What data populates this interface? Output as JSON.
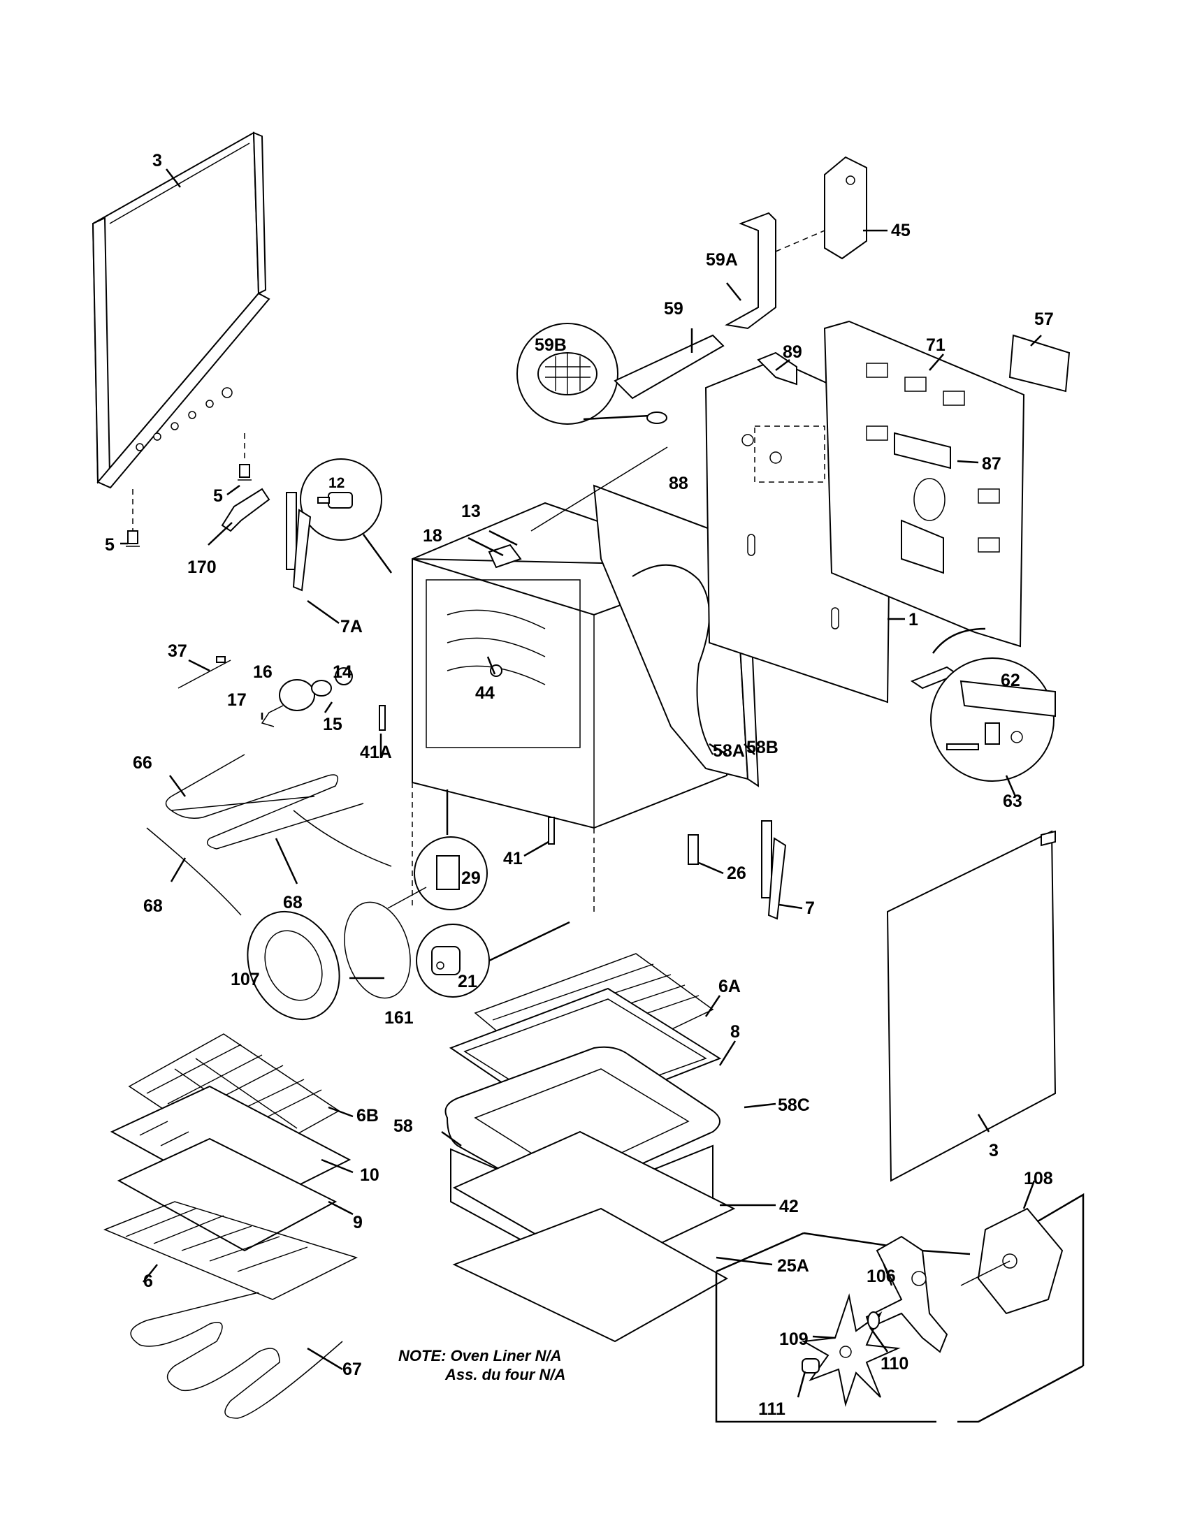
{
  "diagram": {
    "title": "Range body exploded parts view",
    "labels": [
      {
        "id": "3-left",
        "text": "3"
      },
      {
        "id": "5-upper",
        "text": "5"
      },
      {
        "id": "5-lower",
        "text": "5"
      },
      {
        "id": "170",
        "text": "170"
      },
      {
        "id": "12",
        "text": "12"
      },
      {
        "id": "7A",
        "text": "7A"
      },
      {
        "id": "37",
        "text": "37"
      },
      {
        "id": "16",
        "text": "16"
      },
      {
        "id": "14",
        "text": "14"
      },
      {
        "id": "17",
        "text": "17"
      },
      {
        "id": "15",
        "text": "15"
      },
      {
        "id": "41A",
        "text": "41A"
      },
      {
        "id": "66",
        "text": "66"
      },
      {
        "id": "68-left",
        "text": "68"
      },
      {
        "id": "68-right",
        "text": "68"
      },
      {
        "id": "13",
        "text": "13"
      },
      {
        "id": "18",
        "text": "18"
      },
      {
        "id": "44",
        "text": "44"
      },
      {
        "id": "88",
        "text": "88"
      },
      {
        "id": "59B",
        "text": "59B"
      },
      {
        "id": "59",
        "text": "59"
      },
      {
        "id": "59A",
        "text": "59A"
      },
      {
        "id": "45",
        "text": "45"
      },
      {
        "id": "89",
        "text": "89"
      },
      {
        "id": "71",
        "text": "71"
      },
      {
        "id": "57",
        "text": "57"
      },
      {
        "id": "87",
        "text": "87"
      },
      {
        "id": "1",
        "text": "1"
      },
      {
        "id": "62",
        "text": "62"
      },
      {
        "id": "63",
        "text": "63"
      },
      {
        "id": "58A",
        "text": "58A"
      },
      {
        "id": "58B",
        "text": "58B"
      },
      {
        "id": "29",
        "text": "29"
      },
      {
        "id": "41",
        "text": "41"
      },
      {
        "id": "26",
        "text": "26"
      },
      {
        "id": "7",
        "text": "7"
      },
      {
        "id": "21",
        "text": "21"
      },
      {
        "id": "107",
        "text": "107"
      },
      {
        "id": "161",
        "text": "161"
      },
      {
        "id": "6A",
        "text": "6A"
      },
      {
        "id": "8",
        "text": "8"
      },
      {
        "id": "58C",
        "text": "58C"
      },
      {
        "id": "58",
        "text": "58"
      },
      {
        "id": "6B",
        "text": "6B"
      },
      {
        "id": "10",
        "text": "10"
      },
      {
        "id": "9",
        "text": "9"
      },
      {
        "id": "6",
        "text": "6"
      },
      {
        "id": "67",
        "text": "67"
      },
      {
        "id": "42",
        "text": "42"
      },
      {
        "id": "25A",
        "text": "25A"
      },
      {
        "id": "3-right",
        "text": "3"
      },
      {
        "id": "108",
        "text": "108"
      },
      {
        "id": "106",
        "text": "106"
      },
      {
        "id": "109",
        "text": "109"
      },
      {
        "id": "110",
        "text": "110"
      },
      {
        "id": "111",
        "text": "111"
      }
    ],
    "note": {
      "line1": "NOTE: Oven Liner N/A",
      "line2": "Ass. du four N/A"
    }
  }
}
